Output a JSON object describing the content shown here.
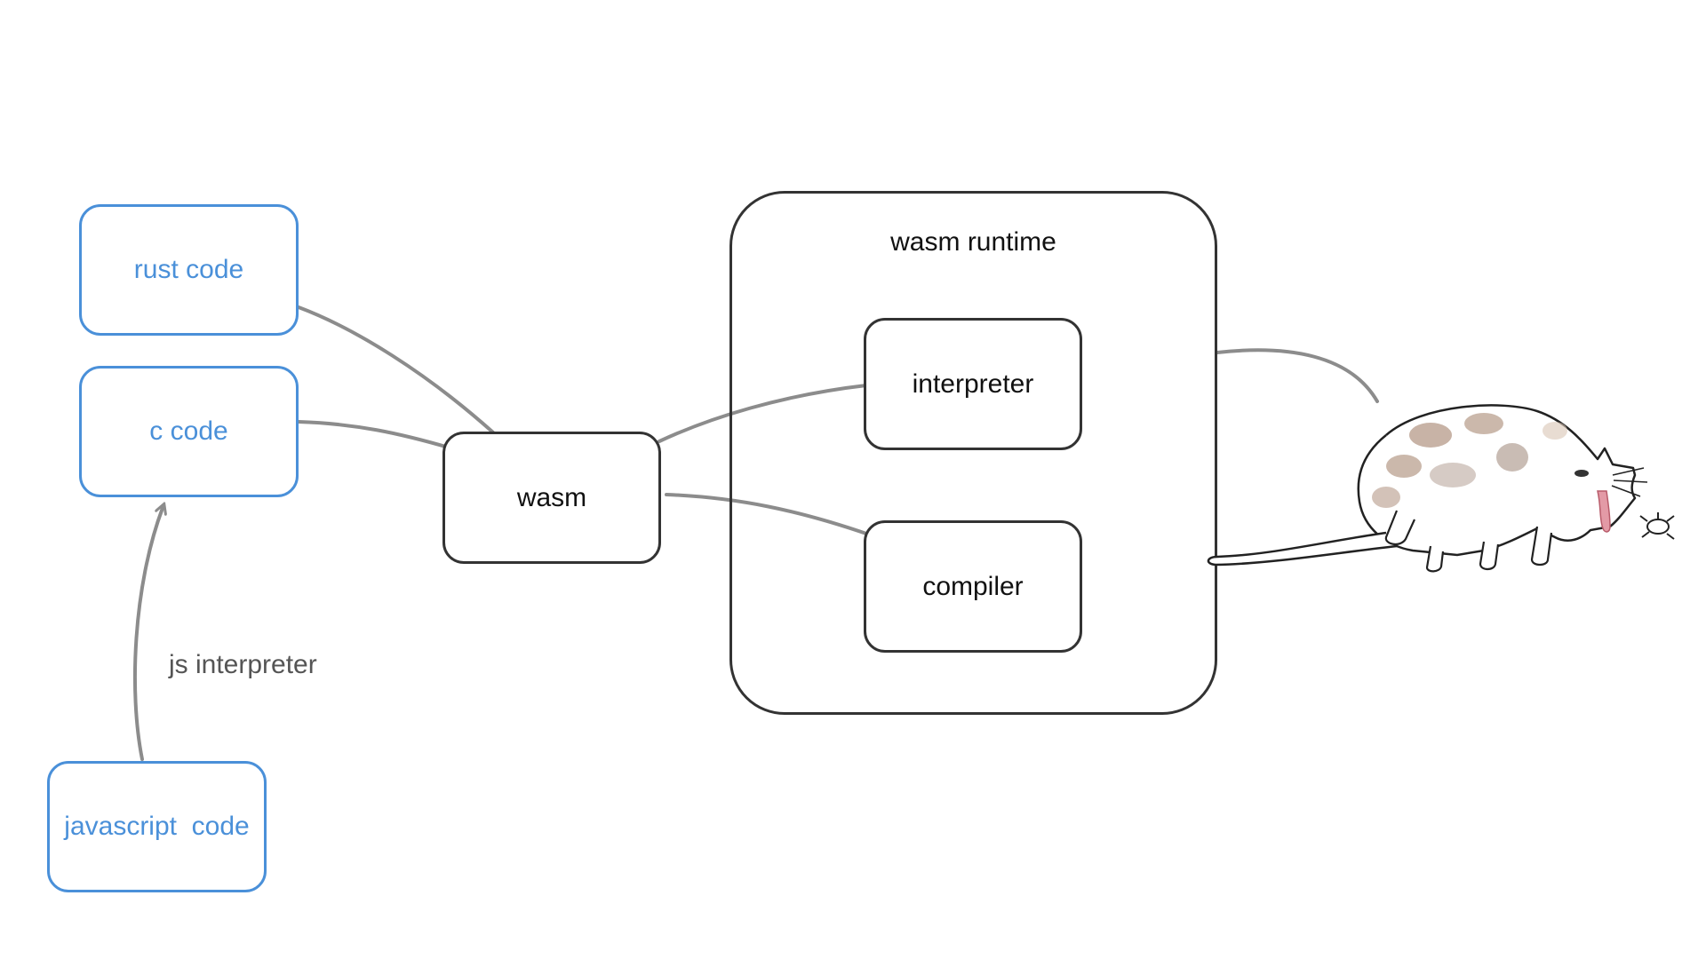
{
  "nodes": {
    "rust": {
      "label": "rust code"
    },
    "c": {
      "label": "c code"
    },
    "javascript": {
      "label": "javascript  code"
    },
    "wasm": {
      "label": "wasm"
    },
    "interpreter": {
      "label": "interpreter"
    },
    "compiler": {
      "label": "compiler"
    }
  },
  "runtime": {
    "title": "wasm runtime"
  },
  "edges": {
    "js_to_c": {
      "label": "js interpreter"
    }
  },
  "colors": {
    "source_box": "#4a90d9",
    "core_box": "#333333",
    "connector": "#8c8c8c"
  },
  "icons": {
    "runtime_output": "cat-eating-bug-icon"
  }
}
